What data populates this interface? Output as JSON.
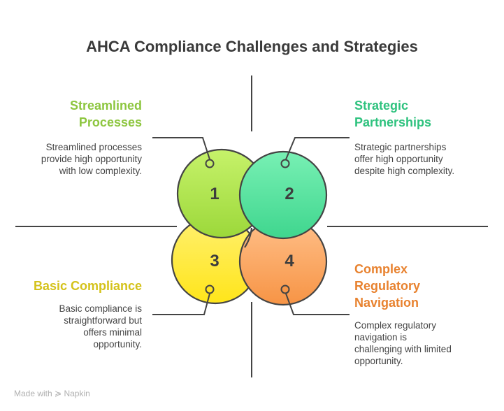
{
  "title": "AHCA Compliance Challenges and Strategies",
  "quadrants": [
    {
      "number": "1",
      "heading_lines": [
        "Streamlined",
        "Processes"
      ],
      "description_lines": [
        "Streamlined processes",
        "provide high opportunity",
        "with low complexity."
      ],
      "color": "#8dc63f"
    },
    {
      "number": "2",
      "heading_lines": [
        "Strategic",
        "Partnerships"
      ],
      "description_lines": [
        "Strategic partnerships",
        "offer high opportunity",
        "despite high complexity."
      ],
      "color": "#2ec27e"
    },
    {
      "number": "3",
      "heading_lines": [
        "Basic Compliance"
      ],
      "description_lines": [
        "Basic compliance is",
        "straightforward but",
        "offers minimal",
        "opportunity."
      ],
      "color": "#d4c21a"
    },
    {
      "number": "4",
      "heading_lines": [
        "Complex",
        "Regulatory",
        "Navigation"
      ],
      "description_lines": [
        "Complex regulatory",
        "navigation is",
        "challenging with limited",
        "opportunity."
      ],
      "color": "#e8822f"
    }
  ],
  "footer": {
    "made_with": "Made with",
    "brand": "Napkin"
  }
}
